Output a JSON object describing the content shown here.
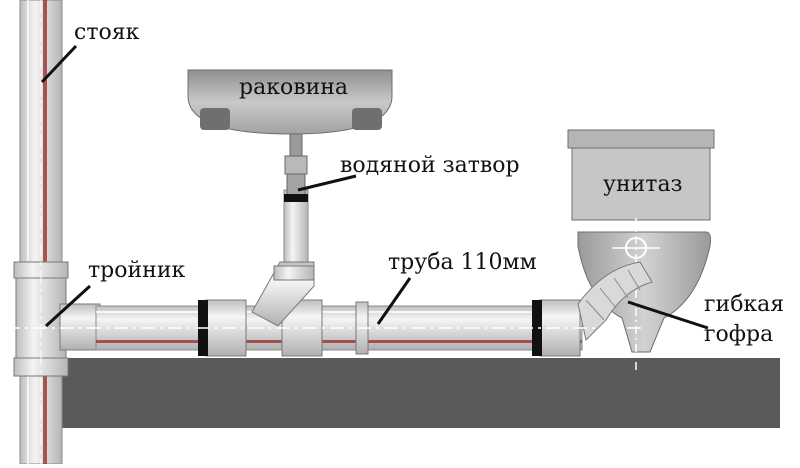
{
  "labels": {
    "riser": "стояк",
    "sink": "раковина",
    "water_seal": "водяной затвор",
    "toilet": "унитаз",
    "tee": "тройник",
    "pipe": "труба 110мм",
    "flex_label_line1": "гибкая",
    "flex_label_line2": "гофра"
  },
  "colors": {
    "pipe_fill": "#e6e6e6",
    "pipe_edge": "#8a8a8a",
    "pipe_stripe": "#9b3b3b",
    "floor": "#5a5a5a",
    "ceramic": "#a8a8a8",
    "tank": "#c4c4c4",
    "seal_ring": "#111111"
  }
}
